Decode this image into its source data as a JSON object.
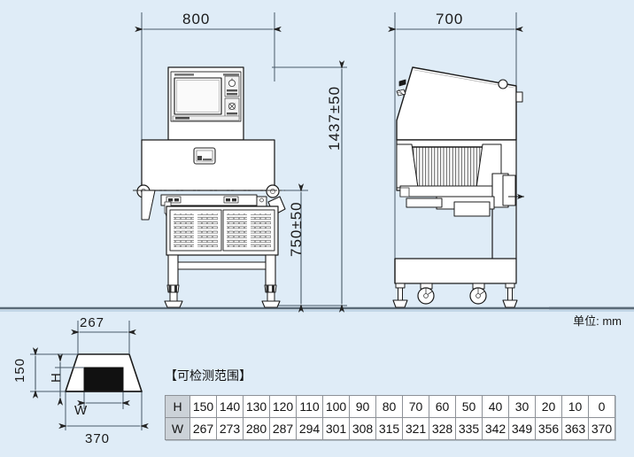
{
  "drawing": {
    "background_color": "#dfecf7",
    "unit_note": "单位: mm",
    "front_view": {
      "width_dimension": "800",
      "height_dimension": "1437±50",
      "belt_height_dimension": "750±50"
    },
    "side_view": {
      "depth_dimension": "700"
    },
    "aperture_view": {
      "top_width": "267",
      "bottom_width": "370",
      "total_height": "150",
      "product_height_label": "H",
      "product_width_label": "W"
    }
  },
  "range_table": {
    "title": "【可检测范围】",
    "rows": [
      {
        "header": "H",
        "values": [
          "150",
          "140",
          "130",
          "120",
          "110",
          "100",
          "90",
          "80",
          "70",
          "60",
          "50",
          "40",
          "30",
          "20",
          "10",
          "0"
        ]
      },
      {
        "header": "W",
        "values": [
          "267",
          "273",
          "280",
          "287",
          "294",
          "301",
          "308",
          "315",
          "321",
          "328",
          "335",
          "342",
          "349",
          "356",
          "363",
          "370"
        ]
      }
    ]
  }
}
